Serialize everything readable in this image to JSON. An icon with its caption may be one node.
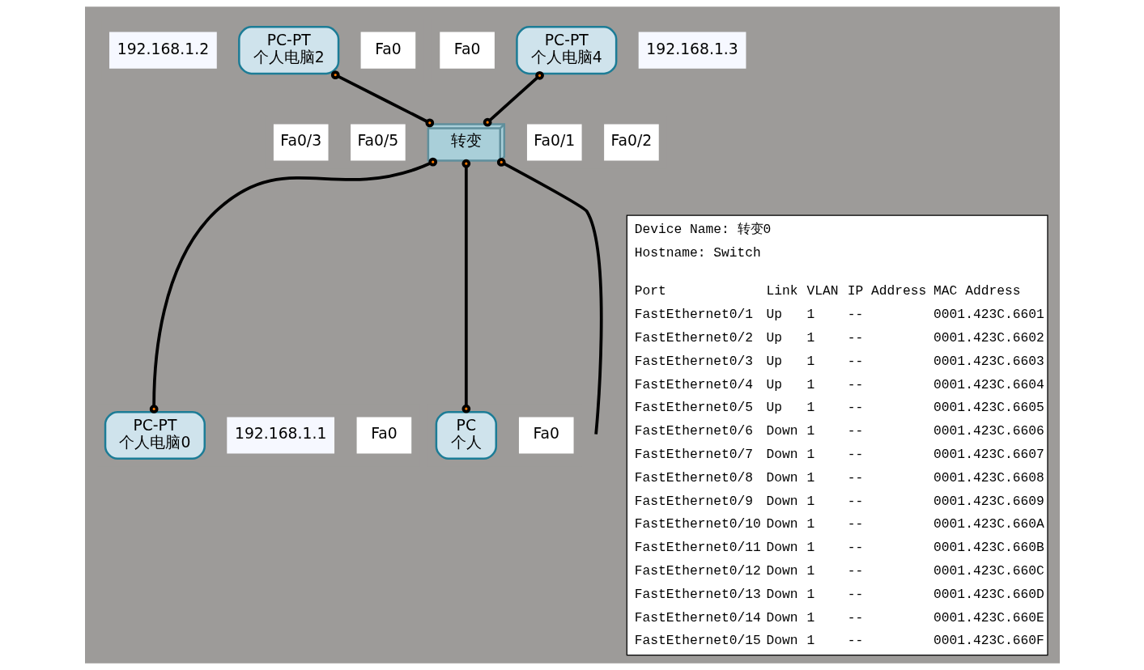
{
  "diagram": {
    "nodes": [
      {
        "text": [
          "PC-PT",
          "个人电脑2"
        ],
        "beside": [
          "192.168.1.2"
        ]
      },
      {
        "text": [
          "PC-PT",
          "个人电脑4"
        ],
        "beside": [
          "192.168.1.3"
        ]
      },
      {
        "text": [
          "转变"
        ]
      },
      {
        "text": [
          "PC-PT",
          "个人电脑0"
        ],
        "beside": [
          "192.168.1.1"
        ]
      },
      {
        "text": [
          "PC",
          "个人"
        ]
      }
    ],
    "edges": [
      {
        "from": 0,
        "to": 2,
        "arrow": "other"
      },
      {
        "from": 1,
        "to": 2,
        "arrow": "other"
      },
      {
        "from": 2,
        "to": 3,
        "arrow": "other"
      },
      {
        "from": 2,
        "to": 4,
        "arrow": "other"
      },
      {
        "from": 2,
        "to": null,
        "arrow": "other"
      }
    ],
    "labels": [
      "Fa0",
      "Fa0",
      "Fa0/3",
      "Fa0/5",
      "Fa0/1",
      "Fa0/2",
      "Fa0",
      "Fa0",
      "Device Name: 转变0",
      "Hostname: Switch",
      "Port",
      "Link",
      "VLAN",
      "IP Address",
      "MAC Address",
      "FastEthernet0/1",
      "Up",
      "1",
      "--",
      "0001.423C.6601",
      "FastEthernet0/2",
      "Up",
      "1",
      "--",
      "0001.423C.6602",
      "FastEthernet0/3",
      "Up",
      "1",
      "--",
      "0001.423C.6603",
      "FastEthernet0/4",
      "Up",
      "1",
      "--",
      "0001.423C.6604",
      "FastEthernet0/5",
      "Up",
      "1",
      "--",
      "0001.423C.6605",
      "FastEthernet0/6",
      "Down",
      "1",
      "--",
      "0001.423C.6606",
      "FastEthernet0/7",
      "Down",
      "1",
      "--",
      "0001.423C.6607",
      "FastEthernet0/8",
      "Down",
      "1",
      "--",
      "0001.423C.6608",
      "FastEthernet0/9",
      "Down",
      "1",
      "--",
      "0001.423C.6609",
      "FastEthernet0/10",
      "Down",
      "1",
      "--",
      "0001.423C.660A",
      "FastEthernet0/11",
      "Down",
      "1",
      "--",
      "0001.423C.660B",
      "FastEthernet0/12",
      "Down",
      "1",
      "--",
      "0001.423C.660C",
      "FastEthernet0/13",
      "Down",
      "1",
      "--",
      "0001.423C.660D",
      "FastEthernet0/14",
      "Down",
      "1",
      "--",
      "0001.423C.660E",
      "FastEthernet0/15",
      "Down",
      "1",
      "--",
      "0001.423C.660F"
    ]
  }
}
